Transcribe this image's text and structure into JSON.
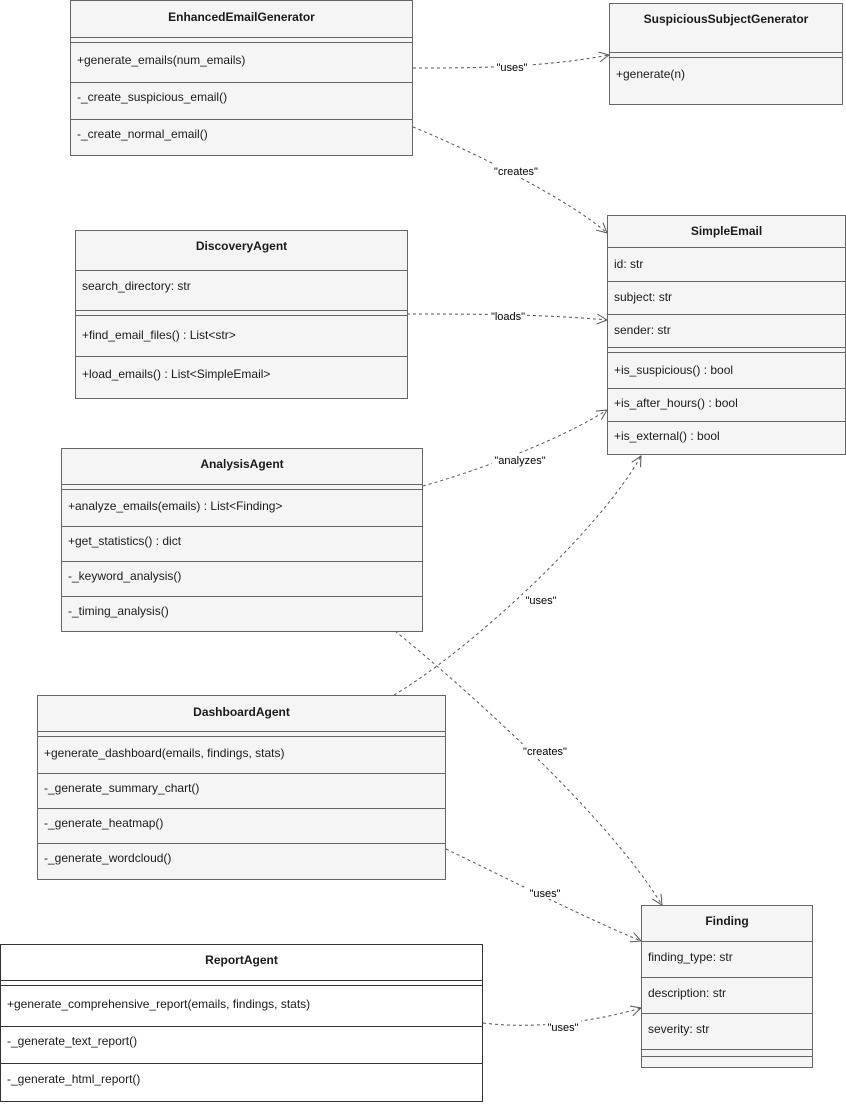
{
  "classes": {
    "enhanced_email_generator": {
      "name": "EnhancedEmailGenerator",
      "methods": [
        "+generate_emails(num_emails)",
        "-_create_suspicious_email()",
        "-_create_normal_email()"
      ]
    },
    "suspicious_subject_generator": {
      "name": "SuspiciousSubjectGenerator",
      "methods": [
        "+generate(n)"
      ]
    },
    "simple_email": {
      "name": "SimpleEmail",
      "attributes": [
        "id: str",
        "subject: str",
        "sender: str"
      ],
      "methods": [
        "+is_suspicious() : bool",
        "+is_after_hours() : bool",
        "+is_external() : bool"
      ]
    },
    "discovery_agent": {
      "name": "DiscoveryAgent",
      "attributes": [
        "search_directory: str"
      ],
      "methods": [
        "+find_email_files() : List<str>",
        "+load_emails() : List<SimpleEmail>"
      ]
    },
    "analysis_agent": {
      "name": "AnalysisAgent",
      "methods": [
        "+analyze_emails(emails) : List<Finding>",
        "+get_statistics() : dict",
        "-_keyword_analysis()",
        "-_timing_analysis()"
      ]
    },
    "dashboard_agent": {
      "name": "DashboardAgent",
      "methods": [
        "+generate_dashboard(emails, findings, stats)",
        "-_generate_summary_chart()",
        "-_generate_heatmap()",
        "-_generate_wordcloud()"
      ]
    },
    "report_agent": {
      "name": "ReportAgent",
      "methods": [
        "+generate_comprehensive_report(emails, findings, stats)",
        "-_generate_text_report()",
        "-_generate_html_report()"
      ]
    },
    "finding": {
      "name": "Finding",
      "attributes": [
        "finding_type: str",
        "description: str",
        "severity: str"
      ]
    }
  },
  "relations": {
    "eeg_uses_ssg": "\"uses\"",
    "eeg_creates_email": "\"creates\"",
    "discovery_loads_email": "\"loads\"",
    "analysis_analyzes_email": "\"analyzes\"",
    "dashboard_uses_email": "\"uses\"",
    "analysis_creates_finding": "\"creates\"",
    "dashboard_uses_finding": "\"uses\"",
    "report_uses_finding": "\"uses\""
  },
  "colors": {
    "box_fill": "#f5f5f5",
    "border": "#666666",
    "edge": "#555555"
  }
}
